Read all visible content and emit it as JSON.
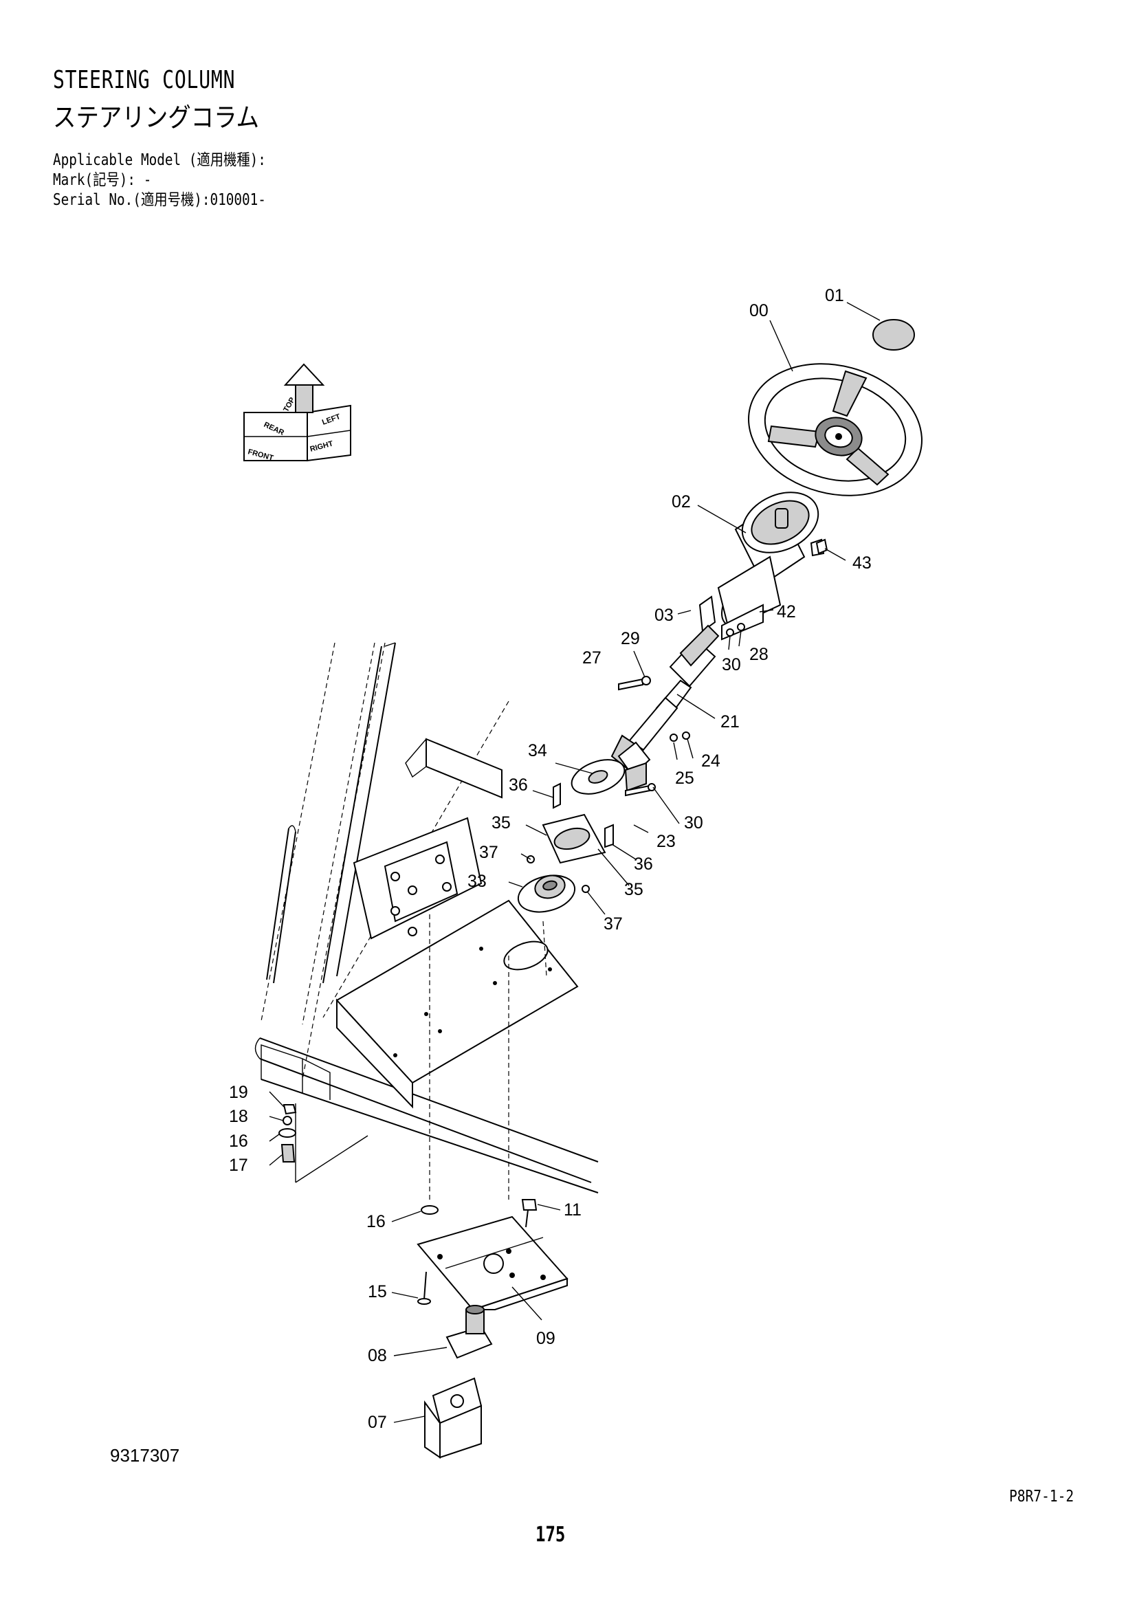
{
  "header": {
    "title": "STEERING COLUMN",
    "subtitle": "ステアリングコラム",
    "applicable_model": "Applicable Model (適用機種):",
    "mark": "Mark(記号): -",
    "serial": "Serial No.(適用号機):010001-"
  },
  "orientation_icon": {
    "front": "FRONT",
    "right": "RIGHT",
    "top": "TOP",
    "rear": "REAR",
    "left": "LEFT"
  },
  "callouts": {
    "c00": "00",
    "c01": "01",
    "c02": "02",
    "c03": "03",
    "c43": "43",
    "c42": "42",
    "c29": "29",
    "c27": "27",
    "c30a": "30",
    "c28": "28",
    "c21": "21",
    "c34": "34",
    "c24": "24",
    "c25": "25",
    "c36a": "36",
    "c30b": "30",
    "c35a": "35",
    "c23": "23",
    "c37a": "37",
    "c36b": "36",
    "c33": "33",
    "c35b": "35",
    "c37b": "37",
    "c19": "19",
    "c18": "18",
    "c16a": "16",
    "c17": "17",
    "c16b": "16",
    "c11": "11",
    "c15": "15",
    "c09": "09",
    "c08": "08",
    "c07": "07"
  },
  "footer": {
    "figure_number": "9317307",
    "page_code": "P8R7-1-2",
    "page_number": "175"
  }
}
